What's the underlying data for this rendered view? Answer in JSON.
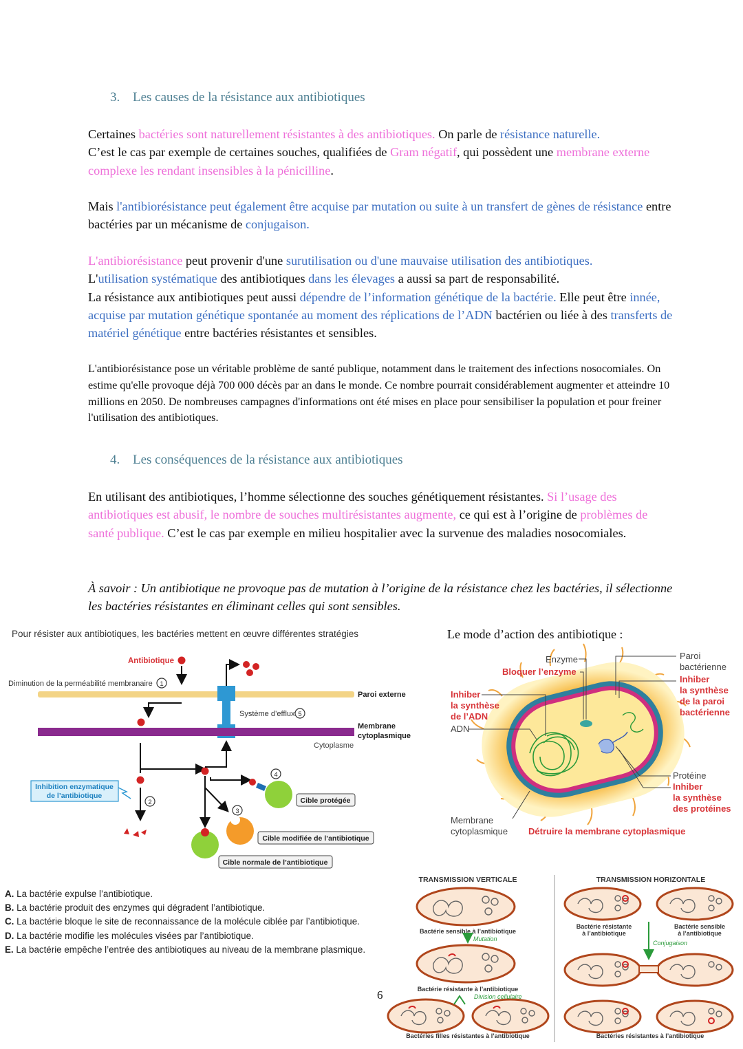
{
  "section3": {
    "number": "3.",
    "title": "Les causes de la résistance aux antibiotiques"
  },
  "p1": {
    "a": "Certaines ",
    "b": "bactéries sont naturellement résistantes à des antibiotiques.",
    "c": " On parle de ",
    "d": "résistance naturelle.",
    "e": "C’est le cas par exemple de certaines souches, qualifiées de ",
    "f": "Gram négatif",
    "g": ", qui possèdent une ",
    "h": "membrane externe complexe les rendant insensibles à la pénicilline",
    "i": "."
  },
  "p2": {
    "a": "Mais ",
    "b": "l'antibiorésistance peut également être acquise par mutation ou suite à un transfert de gènes de résistance",
    "c": " entre bactéries par un mécanisme de ",
    "d": "conjugaison."
  },
  "p3": {
    "a": "L'antibiorésistance",
    "b": " peut provenir d'une ",
    "c": "surutilisation ou d'une mauvaise utilisation des antibiotiques.",
    "d": "L'",
    "e": "utilisation systématique",
    "f": " des antibiotiques ",
    "g": "dans les élevages",
    "h": " a aussi sa part de responsabilité.",
    "i": "La résistance aux antibiotiques peut aussi ",
    "j": "dépendre  de l’information génétique de la bactérie.",
    "k": " Elle peut être ",
    "l": "innée, acquise par mutation génétique spontanée au moment des réplications de l’ADN",
    "m": " bactérien ou liée à des ",
    "n": "transferts de matériel génétique",
    "o": " entre bactéries résistantes et sensibles."
  },
  "p4": "L'antibiorésistance pose un véritable problème de santé publique, notamment dans le traitement des infections nosocomiales. On estime qu'elle provoque déjà 700 000 décès par an dans le monde. Ce nombre pourrait considérablement augmenter et atteindre 10 millions en 2050. De nombreuses campagnes d'informations ont été mises en place pour sensibiliser la population et pour freiner l'utilisation des antibiotiques.",
  "section4": {
    "number": "4.",
    "title": "Les conséquences de la résistance aux antibiotiques"
  },
  "p5": {
    "a": "En utilisant des antibiotiques, l’homme sélectionne des souches génétiquement résistantes. ",
    "b": "Si l’usage des antibiotiques est abusif, le nombre de souches multirésistantes augmente,",
    "c": " ce qui est à l’origine de ",
    "d": "problèmes de santé publique.",
    "e": " C’est le cas par exemple en milieu hospitalier avec la survenue des maladies nosocomiales."
  },
  "p6": "À savoir : Un antibiotique ne provoque pas de mutation à l’origine de la résistance chez les bactéries, il sélectionne les bactéries résistantes en éliminant celles qui sont sensibles.",
  "diagram1": {
    "title": "Pour résister aux antibiotiques, les bactéries mettent en œuvre différentes stratégies",
    "antibiotique": "Antibiotique",
    "diminution": "Diminution de la perméabilité membranaire",
    "n1": "1",
    "n2": "2",
    "n3": "3",
    "n4": "4",
    "n5": "5",
    "paroi": "Paroi externe",
    "efflux": "Système d’efflux",
    "membrane1": "Membrane",
    "membrane2": "cytoplasmique",
    "cytoplasme": "Cytoplasme",
    "inhib1": "Inhibition enzymatique",
    "inhib2": "de l’antibiotique",
    "cible_protegee": "Cible protégée",
    "cible_modifiee": "Cible modifiée de l’antibiotique",
    "cible_normale": "Cible normale de l’antibiotique"
  },
  "legend": [
    {
      "letter": "A.",
      "text": " La bactérie expulse l’antibiotique."
    },
    {
      "letter": "B.",
      "text": " La bactérie produit des enzymes qui dégradent l’antibiotique."
    },
    {
      "letter": "C.",
      "text": " La bactérie bloque le site de reconnaissance de la molécule ciblée par l’antibiotique."
    },
    {
      "letter": "D.",
      "text": " La bactérie modifie les molécules visées par l’antibiotique."
    },
    {
      "letter": "E.",
      "text": " La bactérie empêche l’entrée des antibiotiques au niveau de la membrane plasmique."
    }
  ],
  "action": {
    "title": "Le mode d’action des antibiotique :",
    "enzyme": "Enzyme",
    "bloquer": "Bloquer l’enzyme",
    "paroi1": "Paroi",
    "paroi2": "bactérienne",
    "inh_paroi": [
      "Inhiber",
      "la synthèse",
      "de la paroi",
      "bactérienne"
    ],
    "inh_adn": [
      "Inhiber",
      "la synthèse",
      "de l’ADN"
    ],
    "adn": "ADN",
    "proteine": "Protéine",
    "inh_prot": [
      "Inhiber",
      "la synthèse",
      "des protéines"
    ],
    "membrane1": "Membrane",
    "membrane2": "cytoplasmique",
    "detruire": "Détruire la membrane cytoplasmique"
  },
  "transmission": {
    "vertical_title": "TRANSMISSION VERTICALE",
    "horizontal_title": "TRANSMISSION HORIZONTALE",
    "v_sensible": "Bactérie sensible à l’antibiotique",
    "v_mutation": "Mutation",
    "v_resistante": "Bactérie résistante à l’antibiotique",
    "v_division": "Division cellulaire",
    "v_filles": "Bactéries filles résistantes à l’antibiotique",
    "h_resistante1": "Bactérie résistante",
    "h_resistante2": "à l’antibiotique",
    "h_sensible1": "Bactérie sensible",
    "h_sensible2": "à l’antibiotique",
    "h_conjugaison": "Conjugaison",
    "h_final": "Bactéries résistantes à l’antibiotique"
  },
  "page_number": "6"
}
